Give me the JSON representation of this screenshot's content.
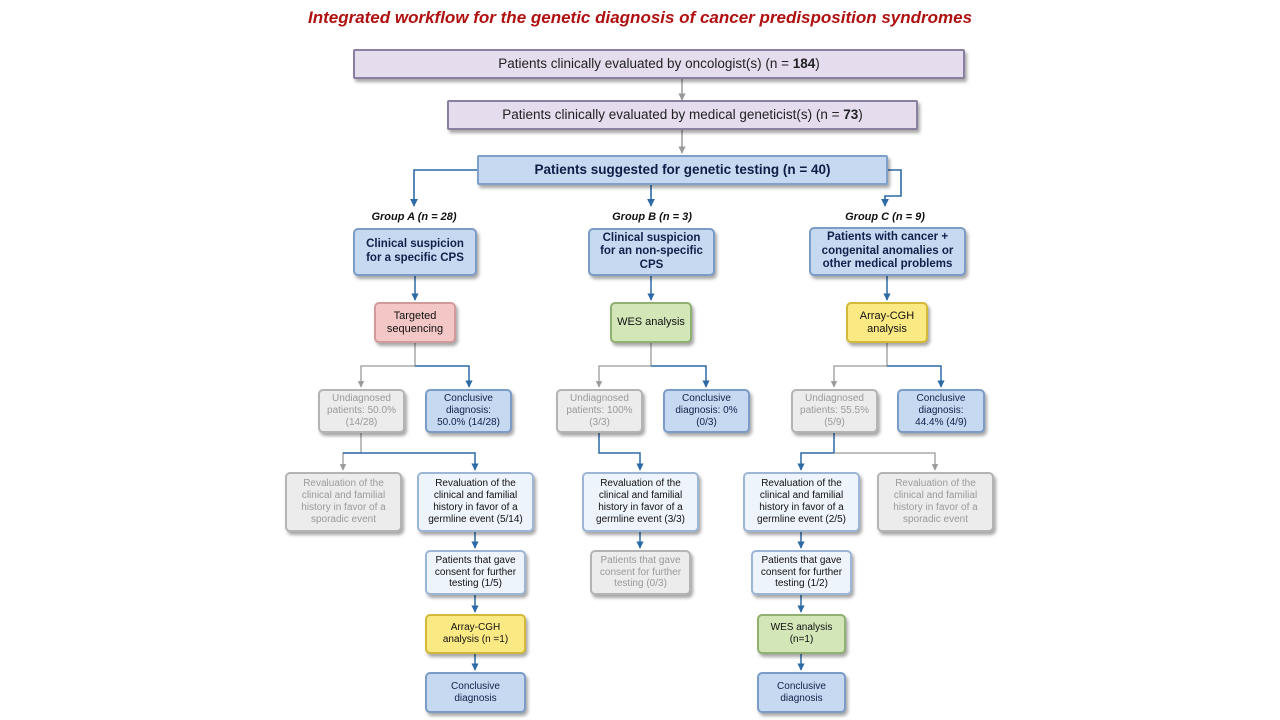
{
  "title": "Integrated workflow for the genetic diagnosis of cancer predisposition  syndromes",
  "colors": {
    "title": "#b01010",
    "purple_box": "#e5dcee",
    "blue_box": "#c6d9f1",
    "pink_box": "#f4c7c7",
    "green_box": "#d3e6b8",
    "yellow_box": "#fbea84",
    "grey_box": "#ececec",
    "light_blue_box": "#eef4fb",
    "connector": "#2d6aa6"
  },
  "nodes": {
    "oncologist": {
      "text": "Patients clinically evaluated by oncologist(s)  (n = ",
      "count": "184",
      "close": ")"
    },
    "geneticist": {
      "text": "Patients clinically evaluated by medical geneticist(s)  (n = ",
      "count": "73",
      "close": ")"
    },
    "suggested": "Patients suggested for genetic testing (n = 40)",
    "groupA": {
      "label": "Group A (n = 28)",
      "suspicion": "Clinical  suspicion for a specific CPS",
      "test": "Targeted sequencing",
      "undiagnosed": "Undiagnosed patients: 50.0% (14/28)",
      "conclusive": "Conclusive diagnosis: 50.0% (14/28)",
      "sporadic": "Revaluation of the clinical and familial history in favor of a sporadic event",
      "germline": "Revaluation  of  the clinical  and  familial history  in  favor  of  a germline event (5/14)",
      "consent": "Patients that gave consent for further testing (1/5)",
      "further": "Array-CGH analysis (n =1)",
      "final": "Conclusive diagnosis"
    },
    "groupB": {
      "label": "Group B (n = 3)",
      "suspicion": "Clinical  suspicion for an non-specific CPS",
      "test": "WES analysis",
      "undiagnosed": "Undiagnosed patients: 100% (3/3)",
      "conclusive": "Conclusive diagnosis: 0% (0/3)",
      "germline": "Revaluation  of  the clinical  and  familial history  in  favor  of  a germline event (3/3)",
      "consent": "Patients that gave consent for further testing (0/3)"
    },
    "groupC": {
      "label": "Group C (n = 9)",
      "suspicion": "Patients with  cancer + congenital anomalies or other medical problems",
      "test": "Array-CGH analysis",
      "undiagnosed": "Undiagnosed patients: 55.5% (5/9)",
      "conclusive": "Conclusive diagnosis: 44.4% (4/9)",
      "germline": "Revaluation  of  the clinical  and  familial history  in  favor  of  a germline event (2/5)",
      "sporadic": "Revaluation of the clinical and familial history in favor of a sporadic event",
      "consent": "Patients that gave consent for further testing (1/2)",
      "further": "WES analysis (n=1)",
      "final": "Conclusive diagnosis"
    }
  }
}
